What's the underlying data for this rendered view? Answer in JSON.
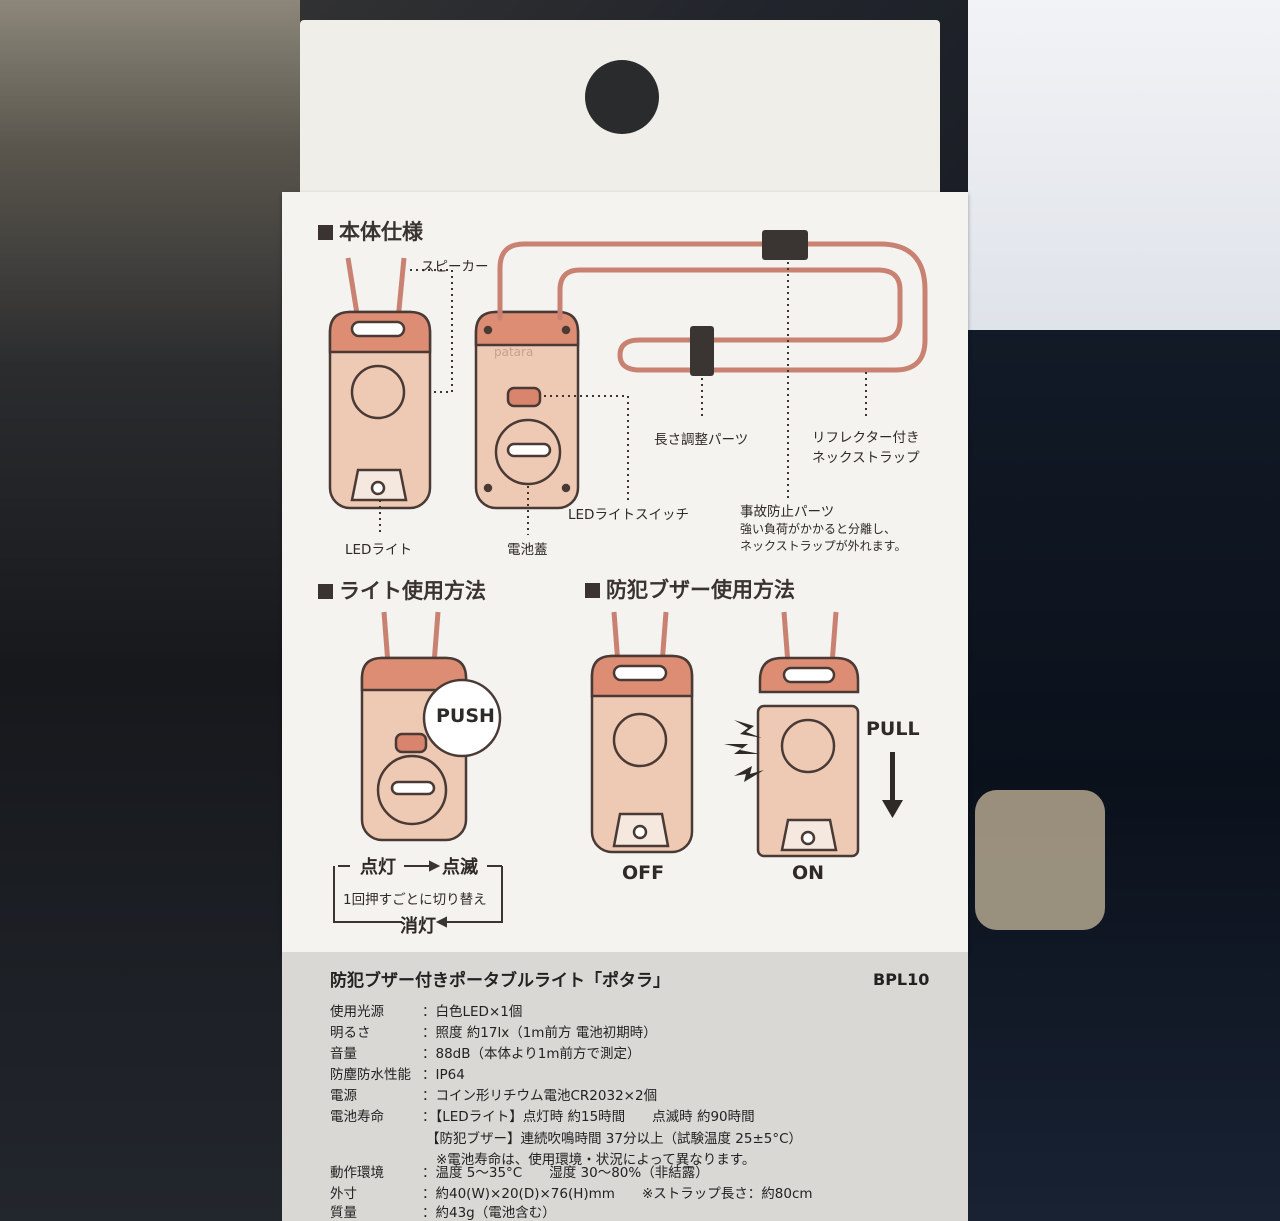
{
  "body_spec": {
    "heading": "本体仕様",
    "speaker": "スピーカー",
    "length_part": "長さ調整パーツ",
    "reflector_1": "リフレクター付き",
    "reflector_2": "ネックストラップ",
    "accident_part": "事故防止パーツ",
    "accident_desc_1": "強い負荷がかかると分離し、",
    "accident_desc_2": "ネックストラップが外れます。",
    "led_light": "LEDライト",
    "battery_cover": "電池蓋",
    "led_switch": "LEDライトスイッチ",
    "logo": "patara"
  },
  "light_usage": {
    "heading": "ライト使用方法",
    "push": "PUSH",
    "on": "点灯",
    "blink": "点滅",
    "toggle_note": "1回押すごとに切り替え",
    "off": "消灯"
  },
  "buzzer_usage": {
    "heading": "防犯ブザー使用方法",
    "pull": "PULL",
    "off_label": "OFF",
    "on_label": "ON"
  },
  "specs": {
    "title": "防犯ブザー付きポータブルライト「ポタラ」",
    "model": "BPL10",
    "rows": [
      {
        "k": "使用光源",
        "v": "：白色LED×1個"
      },
      {
        "k": "明るさ",
        "v": "：照度 約17lx（1m前方 電池初期時）"
      },
      {
        "k": "音量",
        "v": "：88dB（本体より1m前方で測定）"
      },
      {
        "k": "防塵防水性能",
        "v": "：IP64"
      },
      {
        "k": "電源",
        "v": "：コイン形リチウム電池CR2032×2個"
      },
      {
        "k": "電池寿命",
        "v": "：【LEDライト】点灯時 約15時間　　点滅時 約90時間"
      }
    ],
    "battery_extra_1": "【防犯ブザー】連続吹鳴時間 37分以上（試験温度 25±5°C）",
    "battery_extra_2": "※電池寿命は、使用環境・状況によって異なります。",
    "rows2": [
      {
        "k": "動作環境",
        "v": "：温度 5〜35°C　　湿度 30〜80%（非結露）"
      },
      {
        "k": "外寸",
        "v": "：約40(W)×20(D)×76(H)mm　　※ストラップ長さ：約80cm"
      },
      {
        "k": "質量",
        "v": "：約43g（電池含む）"
      }
    ]
  },
  "colors": {
    "device_body": "#e9c2aa",
    "device_top": "#d9846c",
    "strap": "#c98272",
    "outline": "#4a3a36",
    "box": "#f4f3ef"
  }
}
